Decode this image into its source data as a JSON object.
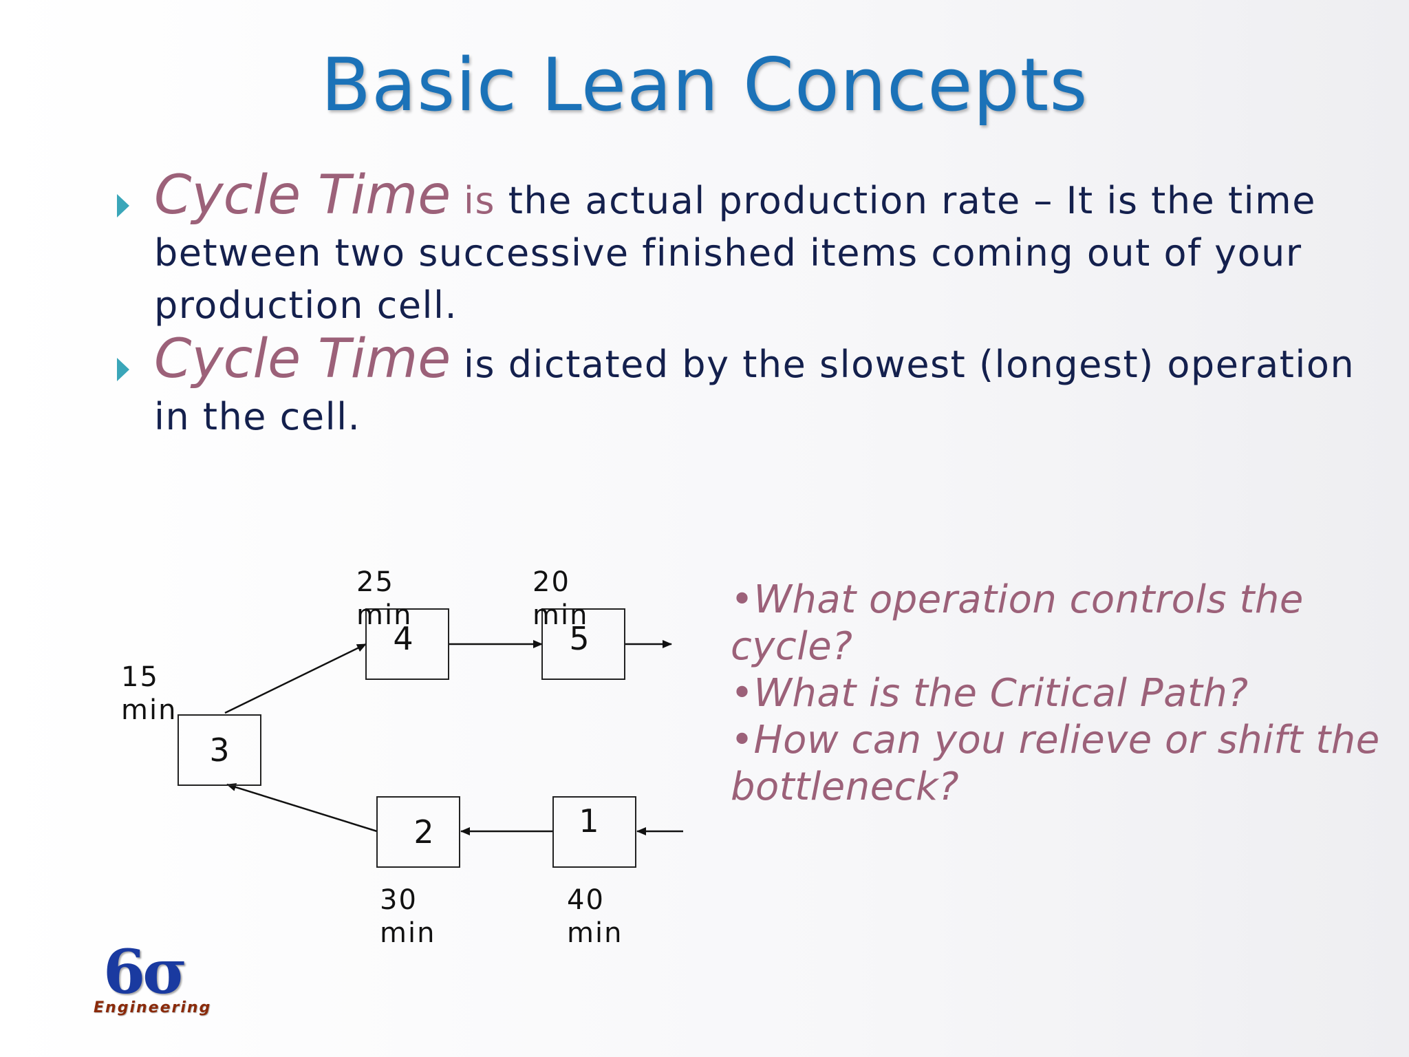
{
  "slide": {
    "title": "Basic Lean Concepts",
    "bullets": [
      {
        "term": "Cycle Time",
        "connector": "is",
        "lines": [
          "the actual production rate – It is the time",
          "between two successive finished items coming out of your",
          "production cell."
        ]
      },
      {
        "term": "Cycle Time",
        "connector": "is",
        "lines": [
          "dictated by the slowest (longest) operation",
          "in the cell."
        ]
      }
    ],
    "diagram": {
      "operations": [
        {
          "id": "1",
          "time_value": "40",
          "time_unit": "min"
        },
        {
          "id": "2",
          "time_value": "30",
          "time_unit": "min"
        },
        {
          "id": "3",
          "time_value": "15",
          "time_unit": "min"
        },
        {
          "id": "4",
          "time_value": "25",
          "time_unit": "min"
        },
        {
          "id": "5",
          "time_value": "20",
          "time_unit": "min"
        }
      ],
      "flow": [
        "1",
        "2",
        "3",
        "4",
        "5"
      ]
    },
    "questions": [
      "•What operation controls the",
      "cycle?",
      "•What is the Critical Path?",
      "•How can you relieve or shift the",
      "bottleneck?"
    ],
    "logo": {
      "mark": "6σ",
      "subtitle": "Engineering"
    },
    "colors": {
      "title": "#1b72b8",
      "term": "#9c6179",
      "body": "#14204d",
      "bullet_marker": "#3aa6b9",
      "logo_mark": "#1a3aa0",
      "logo_sub": "#8a2a0a"
    }
  }
}
